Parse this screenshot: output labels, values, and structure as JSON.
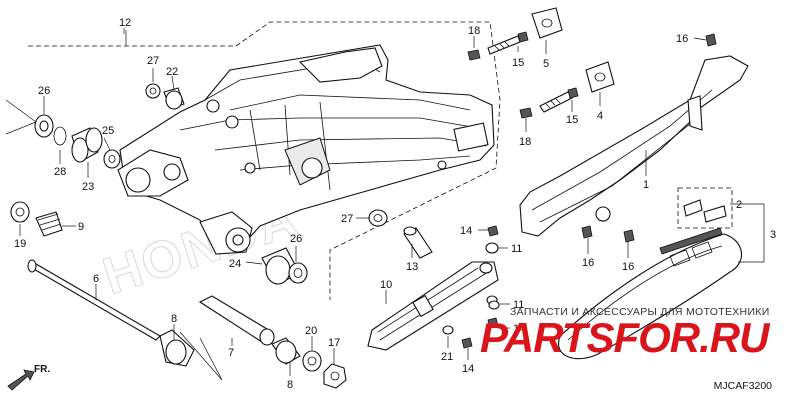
{
  "parts": [
    {
      "id": "n12",
      "text": "12"
    },
    {
      "id": "n27a",
      "text": "27"
    },
    {
      "id": "n22",
      "text": "22"
    },
    {
      "id": "n26a",
      "text": "26"
    },
    {
      "id": "n28",
      "text": "28"
    },
    {
      "id": "n25",
      "text": "25"
    },
    {
      "id": "n23",
      "text": "23"
    },
    {
      "id": "n19",
      "text": "19"
    },
    {
      "id": "n9",
      "text": "9"
    },
    {
      "id": "n6",
      "text": "6"
    },
    {
      "id": "n18a",
      "text": "18"
    },
    {
      "id": "n15a",
      "text": "15"
    },
    {
      "id": "n5",
      "text": "5"
    },
    {
      "id": "n18b",
      "text": "18"
    },
    {
      "id": "n15b",
      "text": "15"
    },
    {
      "id": "n4",
      "text": "4"
    },
    {
      "id": "n16a",
      "text": "16"
    },
    {
      "id": "n1",
      "text": "1"
    },
    {
      "id": "n2",
      "text": "2"
    },
    {
      "id": "n3",
      "text": "3"
    },
    {
      "id": "n16b",
      "text": "16"
    },
    {
      "id": "n16c",
      "text": "16"
    },
    {
      "id": "n27b",
      "text": "27"
    },
    {
      "id": "n13",
      "text": "13"
    },
    {
      "id": "n24",
      "text": "24"
    },
    {
      "id": "n26b",
      "text": "26"
    },
    {
      "id": "n14a",
      "text": "14"
    },
    {
      "id": "n11a",
      "text": "11"
    },
    {
      "id": "n10",
      "text": "10"
    },
    {
      "id": "n11b",
      "text": "11"
    },
    {
      "id": "n14b",
      "text": "14"
    },
    {
      "id": "n21",
      "text": "21"
    },
    {
      "id": "n14c",
      "text": "14"
    },
    {
      "id": "n8a",
      "text": "8"
    },
    {
      "id": "n7",
      "text": "7"
    },
    {
      "id": "n20",
      "text": "20"
    },
    {
      "id": "n17",
      "text": "17"
    },
    {
      "id": "n8b",
      "text": "8"
    }
  ],
  "watermark": {
    "caption": "ЗАПЧАСТИ И АКСЕССУАРЫ ДЛЯ МОТОТЕХНИКИ",
    "logo": "PARTSFOR.RU"
  },
  "background_mark": "HONDA",
  "front_label": "FR.",
  "diagram_code": "MJCAF3200"
}
